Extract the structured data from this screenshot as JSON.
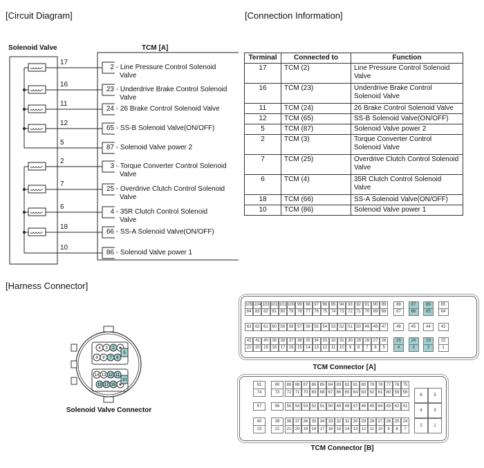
{
  "sections": {
    "circuit": "[Circuit Diagram]",
    "connection": "[Connection Information]",
    "harness": "[Harness Connector]"
  },
  "circuit": {
    "left_title": "Solenoid Valve",
    "right_title": "TCM [A]",
    "rows": [
      {
        "terminal": "17",
        "pin": "2",
        "fn1": "- Line Pressure Control Solenoid",
        "fn2": "Valve"
      },
      {
        "terminal": "16",
        "pin": "23",
        "fn1": "- Underdrive Brake Control Solenoid",
        "fn2": "Valve"
      },
      {
        "terminal": "11",
        "pin": "24",
        "fn1": "- 26 Brake Control Solenoid Valve",
        "fn2": ""
      },
      {
        "terminal": "12",
        "pin": "65",
        "fn1": "- SS-B Solenoid Valve(ON/OFF)",
        "fn2": ""
      },
      {
        "terminal": "5",
        "pin": "87",
        "fn1": "- Solenoid Valve power 2",
        "fn2": ""
      },
      {
        "terminal": "2",
        "pin": "3",
        "fn1": "- Torque Converter Control Solenoid",
        "fn2": "Valve"
      },
      {
        "terminal": "7",
        "pin": "25",
        "fn1": "- Overdrive Clutch Control Solenoid",
        "fn2": "Valve"
      },
      {
        "terminal": "6",
        "pin": "4",
        "fn1": "- 35R Clutch Control Solenoid",
        "fn2": "Valve"
      },
      {
        "terminal": "18",
        "pin": "66",
        "fn1": "- SS-A Solenoid Valve(ON/OFF)",
        "fn2": ""
      },
      {
        "terminal": "10",
        "pin": "86",
        "fn1": "- Solenoid Valve power 1",
        "fn2": ""
      }
    ]
  },
  "table": {
    "headers": [
      "Terminal",
      "Connected to",
      "Function"
    ],
    "rows": [
      [
        "17",
        "TCM (2)",
        "Line Pressure Control Solenoid Valve"
      ],
      [
        "16",
        "TCM (23)",
        "Underdrive Brake Control Solenoid Valve"
      ],
      [
        "11",
        "TCM (24)",
        "26 Brake Control Solenoid Valve"
      ],
      [
        "12",
        "TCM (65)",
        "SS-B Solenoid Valve(ON/OFF)"
      ],
      [
        "5",
        "TCM (87)",
        "Solenoid Valve power 2"
      ],
      [
        "2",
        "TCM (3)",
        "Torque Converter Control Solenoid Valve"
      ],
      [
        "7",
        "TCM (25)",
        "Overdrive Clutch Control Solenoid Valve"
      ],
      [
        "6",
        "TCM (4)",
        "35R Clutch Control Solenoid Valve"
      ],
      [
        "18",
        "TCM (66)",
        "SS-A Solenoid Valve(ON/OFF)"
      ],
      [
        "10",
        "TCM (86)",
        "Solenoid Valve power 1"
      ]
    ]
  },
  "solenoid_connector": {
    "label": "Solenoid Valve Connector",
    "rows": [
      [
        "4",
        "3",
        "2",
        "★"
      ],
      [
        "9",
        "8",
        "7",
        "6"
      ],
      [
        "14",
        "13",
        "12",
        "11"
      ],
      [
        "18",
        "17",
        "16",
        "★"
      ]
    ],
    "side": [
      "5",
      "10"
    ],
    "highlighted": [
      "2",
      "7",
      "6",
      "5",
      "12",
      "11",
      "10",
      "18",
      "17",
      "16"
    ]
  },
  "tcm_a": {
    "label": "TCM Connector [A]",
    "main": [
      [
        "105",
        "104",
        "103",
        "102",
        "101",
        "100",
        "99",
        "98",
        "97",
        "96",
        "95",
        "94",
        "93",
        "92",
        "91",
        "90",
        "89"
      ],
      [
        "84",
        "83",
        "82",
        "81",
        "80",
        "79",
        "78",
        "77",
        "76",
        "75",
        "74",
        "73",
        "72",
        "71",
        "70",
        "69",
        "68"
      ],
      [
        "63",
        "62",
        "61",
        "60",
        "59",
        "58",
        "57",
        "56",
        "55",
        "54",
        "53",
        "52",
        "51",
        "50",
        "49",
        "48",
        "47"
      ],
      [
        "42",
        "41",
        "40",
        "39",
        "38",
        "37",
        "36",
        "35",
        "34",
        "33",
        "32",
        "31",
        "30",
        "29",
        "28",
        "27",
        "26"
      ],
      [
        "21",
        "20",
        "19",
        "18",
        "17",
        "16",
        "15",
        "14",
        "13",
        "12",
        "11",
        "10",
        "9",
        "8",
        "7",
        "6",
        "5"
      ]
    ],
    "side": [
      [
        "88",
        "87",
        "86",
        "85"
      ],
      [
        "67",
        "66",
        "65",
        "64"
      ],
      [
        "46",
        "45",
        "44",
        "43"
      ],
      [
        "25",
        "24",
        "23",
        "22"
      ],
      [
        "4",
        "3",
        "2",
        "1"
      ]
    ],
    "highlighted": [
      "87",
      "66",
      "86",
      "65",
      "25",
      "4",
      "24",
      "3",
      "23",
      "2"
    ]
  },
  "tcm_b": {
    "label": "TCM Connector [B]",
    "left": [
      [
        "91",
        "90"
      ],
      [
        "74",
        "73"
      ],
      [
        "57",
        "56"
      ],
      [
        "40",
        "39"
      ],
      [
        "23",
        "22"
      ]
    ],
    "main": [
      [
        "89",
        "88",
        "87",
        "86",
        "85",
        "84",
        "83",
        "82",
        "81",
        "80",
        "79",
        "78",
        "77",
        "76",
        "75"
      ],
      [
        "72",
        "71",
        "70",
        "69",
        "68",
        "67",
        "66",
        "65",
        "64",
        "63",
        "62",
        "61",
        "60",
        "59",
        "58"
      ],
      [
        "55",
        "54",
        "53",
        "52",
        "51",
        "50",
        "49",
        "48",
        "47",
        "46",
        "45",
        "44",
        "43",
        "42",
        "41"
      ],
      [
        "38",
        "37",
        "36",
        "35",
        "34",
        "33",
        "32",
        "31",
        "30",
        "29",
        "28",
        "27",
        "26",
        "25",
        "24"
      ],
      [
        "21",
        "20",
        "19",
        "18",
        "17",
        "16",
        "15",
        "14",
        "13",
        "12",
        "11",
        "10",
        "9",
        "8",
        "7"
      ]
    ],
    "right": [
      [
        "6",
        "5"
      ],
      [
        "4",
        "3"
      ],
      [
        "2",
        "1"
      ]
    ]
  }
}
